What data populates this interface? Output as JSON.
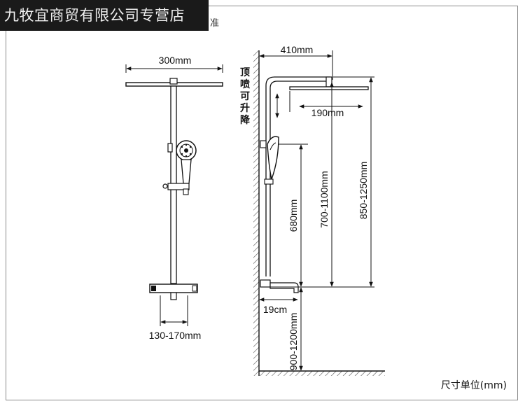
{
  "header": {
    "store_name": "九牧宜商贸有限公司专营店",
    "banner_tail": "准"
  },
  "front_view": {
    "top_width_label": "300mm",
    "bottom_width_label": "130-170mm"
  },
  "side_view": {
    "lift_label_chars": [
      "顶",
      "喷",
      "可",
      "升",
      "降"
    ],
    "arm_length_label": "410mm",
    "head_offset_label": "190mm",
    "handset_height_label": "680mm",
    "range_label_1": "700-1100mm",
    "range_label_2": "850-1250mm",
    "spout_length_label": "19cm",
    "mount_height_label": "900-1200mm"
  },
  "footer": {
    "unit_note": "尺寸单位(mm)"
  }
}
